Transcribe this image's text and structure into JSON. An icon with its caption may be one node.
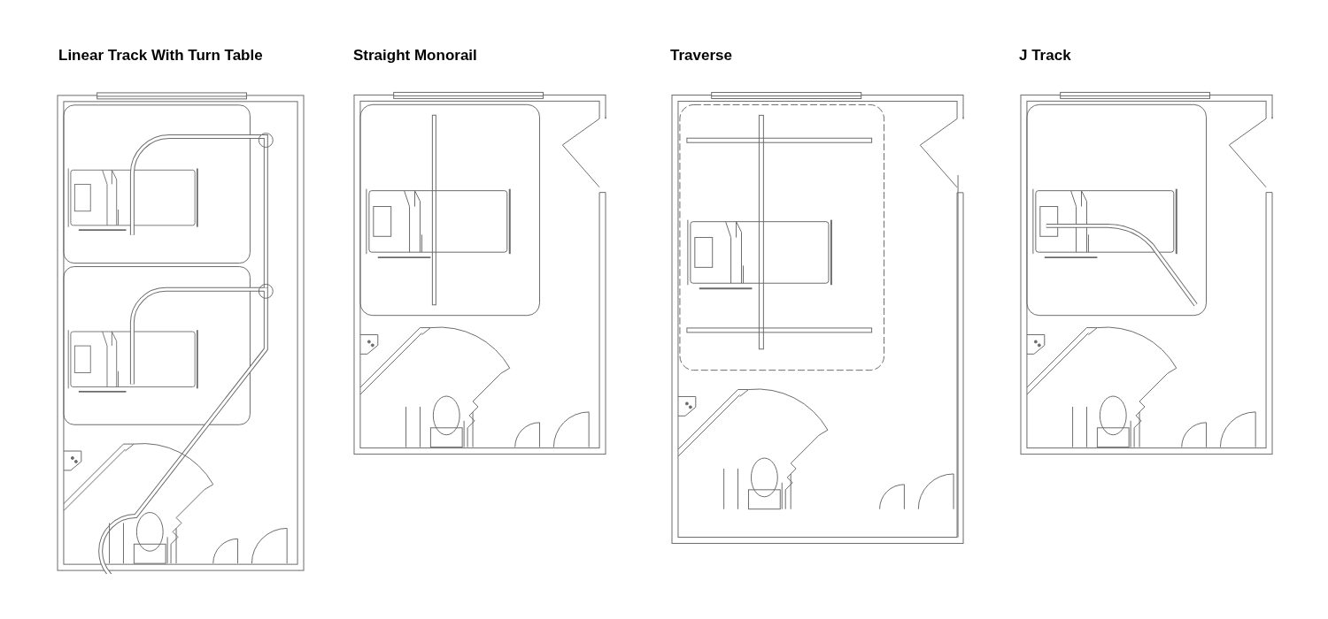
{
  "diagram": {
    "labels": [
      "Linear Track With Turn Table",
      "Straight Monorail",
      "Traverse",
      "J Track"
    ]
  }
}
